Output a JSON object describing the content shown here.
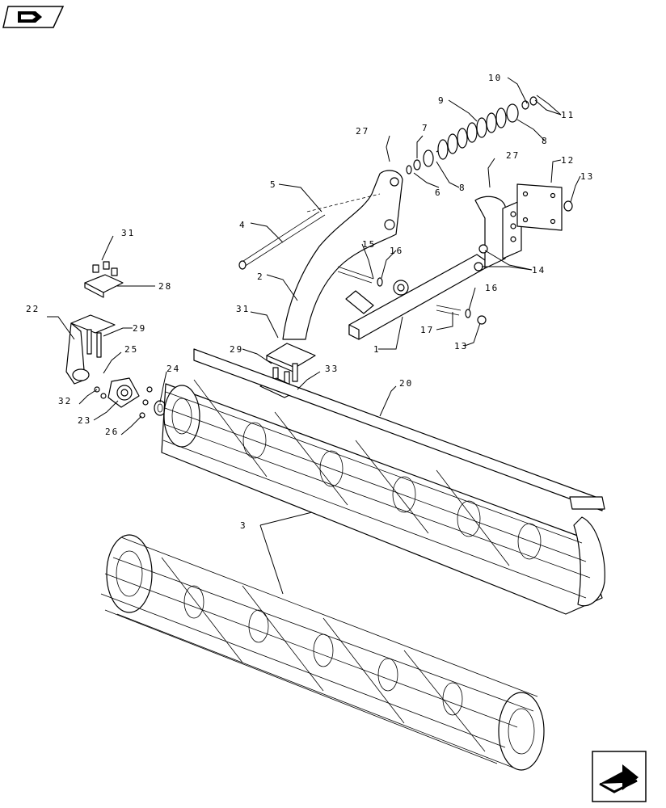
{
  "nav": {
    "back_icon": "page-back-icon",
    "forward_icon": "page-forward-icon"
  },
  "callouts": [
    {
      "id": "c-1",
      "text": "1"
    },
    {
      "id": "c-2",
      "text": "2"
    },
    {
      "id": "c-3",
      "text": "3"
    },
    {
      "id": "c-4",
      "text": "4"
    },
    {
      "id": "c-5",
      "text": "5"
    },
    {
      "id": "c-6",
      "text": "6"
    },
    {
      "id": "c-7",
      "text": "7"
    },
    {
      "id": "c-8a",
      "text": "8"
    },
    {
      "id": "c-8b",
      "text": "8"
    },
    {
      "id": "c-9",
      "text": "9"
    },
    {
      "id": "c-10",
      "text": "10"
    },
    {
      "id": "c-11",
      "text": "11"
    },
    {
      "id": "c-12",
      "text": "12"
    },
    {
      "id": "c-13a",
      "text": "13"
    },
    {
      "id": "c-13b",
      "text": "13"
    },
    {
      "id": "c-14",
      "text": "14"
    },
    {
      "id": "c-15",
      "text": "15"
    },
    {
      "id": "c-16a",
      "text": "16"
    },
    {
      "id": "c-16b",
      "text": "16"
    },
    {
      "id": "c-17",
      "text": "17"
    },
    {
      "id": "c-20",
      "text": "20"
    },
    {
      "id": "c-22",
      "text": "22"
    },
    {
      "id": "c-23",
      "text": "23"
    },
    {
      "id": "c-24",
      "text": "24"
    },
    {
      "id": "c-25",
      "text": "25"
    },
    {
      "id": "c-26",
      "text": "26"
    },
    {
      "id": "c-27a",
      "text": "27"
    },
    {
      "id": "c-27b",
      "text": "27"
    },
    {
      "id": "c-28",
      "text": "28"
    },
    {
      "id": "c-29a",
      "text": "29"
    },
    {
      "id": "c-29b",
      "text": "29"
    },
    {
      "id": "c-31a",
      "text": "31"
    },
    {
      "id": "c-31b",
      "text": "31"
    },
    {
      "id": "c-32",
      "text": "32"
    },
    {
      "id": "c-33",
      "text": "33"
    }
  ]
}
